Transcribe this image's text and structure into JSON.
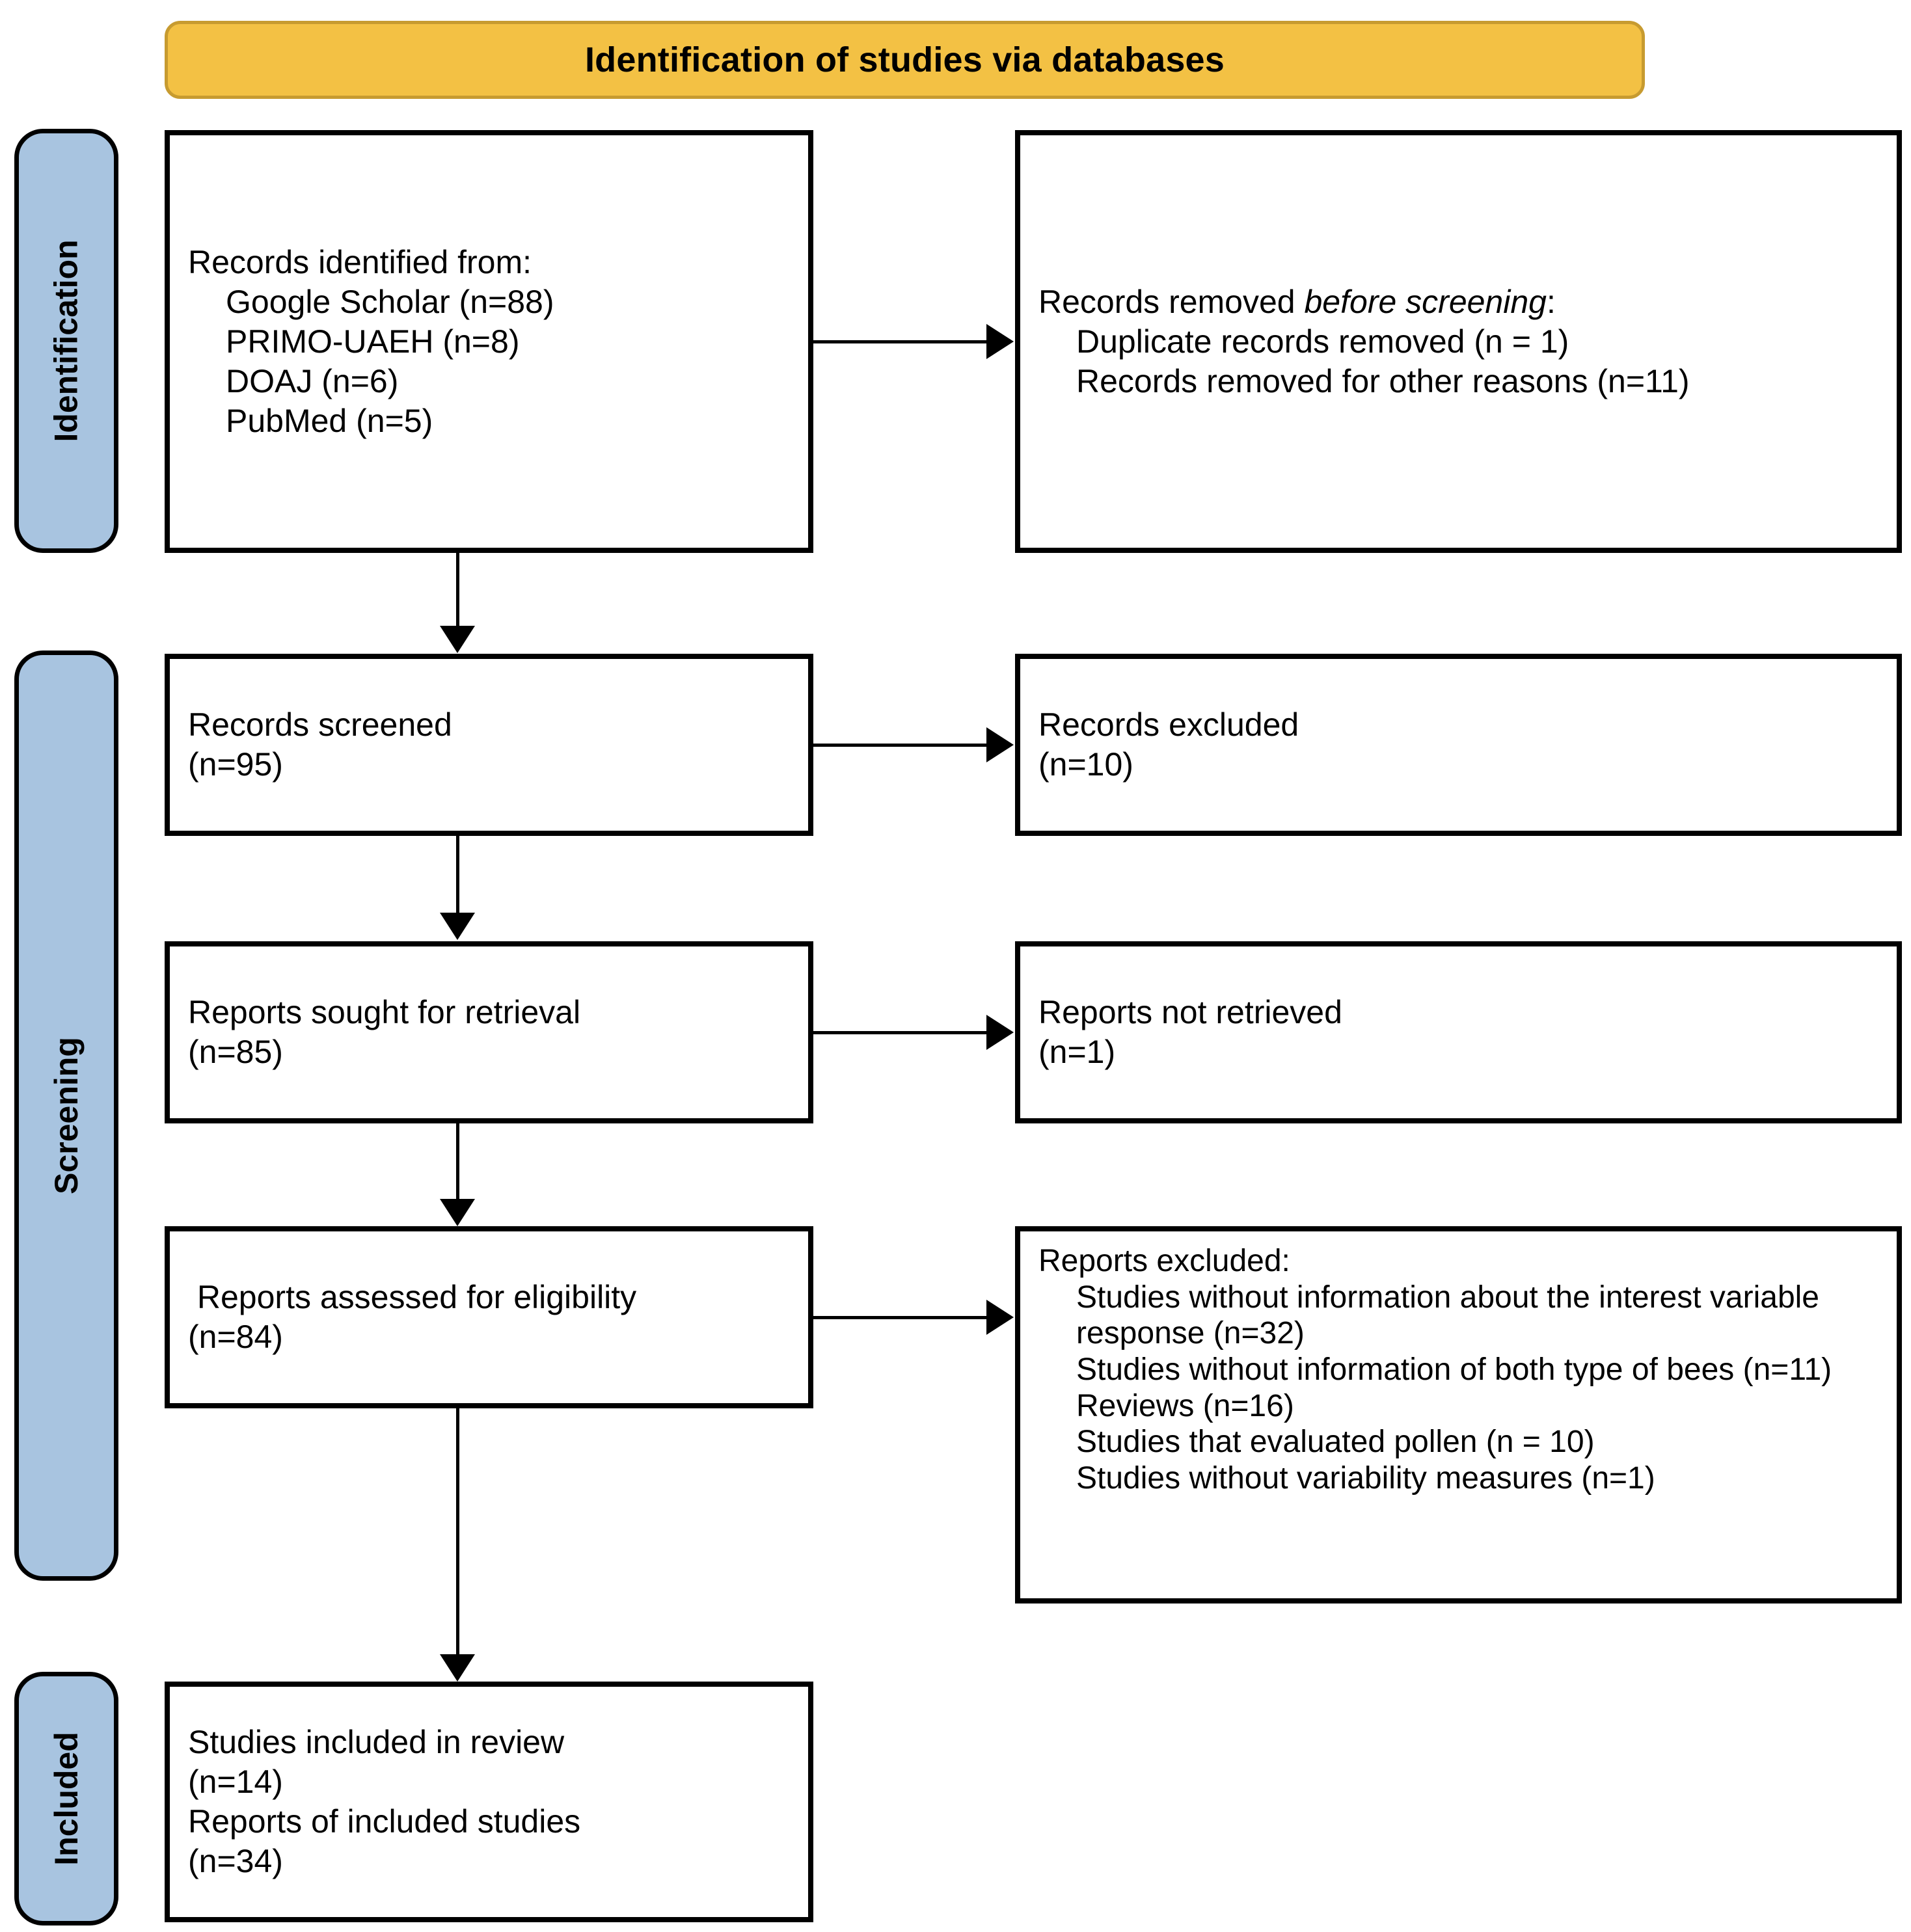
{
  "header": {
    "title": "Identification of studies via databases",
    "banner_color": "#F3C144",
    "banner_border_color": "#C79B30"
  },
  "stages": {
    "accent_color": "#A8C4E0",
    "identification": "Identification",
    "screening": "Screening",
    "included": "Included"
  },
  "boxes": {
    "identified": {
      "line1": "Records identified from:",
      "line2": "Google Scholar (n=88)",
      "line3": "PRIMO-UAEH (n=8)",
      "line4": "DOAJ (n=6)",
      "line5": "PubMed (n=5)"
    },
    "removed": {
      "line1_prefix": "Records removed ",
      "line1_italic": "before screening",
      "line1_suffix": ":",
      "line2": "Duplicate records removed (n = 1)",
      "line3": "Records removed for other reasons (n=11)"
    },
    "screened": {
      "line1": "Records screened",
      "line2": "(n=95)"
    },
    "excluded": {
      "line1": "Records excluded",
      "line2": "(n=10)"
    },
    "sought": {
      "line1": "Reports sought for retrieval",
      "line2": "(n=85)"
    },
    "not_retrieved": {
      "line1": "Reports not retrieved",
      "line2": "(n=1)"
    },
    "assessed": {
      "line1": " Reports assessed for eligibility",
      "line2": "(n=84)"
    },
    "reports_excluded": {
      "line1": "Reports excluded:",
      "line2": "Studies without information about the interest variable response (n=32)",
      "line3": "Studies without information of both type of bees (n=11)",
      "line4": "Reviews (n=16)",
      "line5": "Studies that evaluated pollen (n = 10)",
      "line6": "Studies without variability measures (n=1)"
    },
    "included": {
      "line1": "Studies included in review",
      "line2": "(n=14)",
      "line3": "Reports of included studies",
      "line4": "(n=34)"
    }
  }
}
